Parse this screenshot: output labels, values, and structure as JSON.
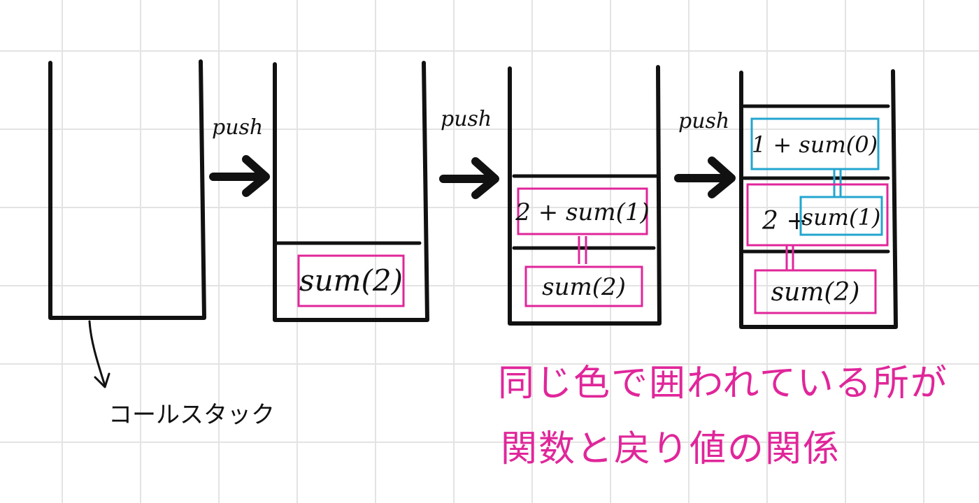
{
  "colors": {
    "ink": "#111111",
    "magenta": "#e0269a",
    "cyan": "#23a5cf",
    "grid": "#e3e3e3"
  },
  "push_label": "push",
  "call_stack_label": "コールスタック",
  "note": {
    "line1": "同じ色で囲われている所が",
    "line2": "関数と戻り値の関係"
  },
  "frames": {
    "stack2_sum2": "sum(2)",
    "stack3_top": "2 + sum(1)",
    "stack3_bottom": "sum(2)",
    "stack4_top": "1 + sum(0)",
    "stack4_mid_prefix": "2 +",
    "stack4_mid_call": "sum(1)",
    "stack4_bottom": "sum(2)"
  },
  "icons": {
    "push_arrow": "right-arrow-icon",
    "pointer_arrow": "curved-down-arrow-icon"
  }
}
